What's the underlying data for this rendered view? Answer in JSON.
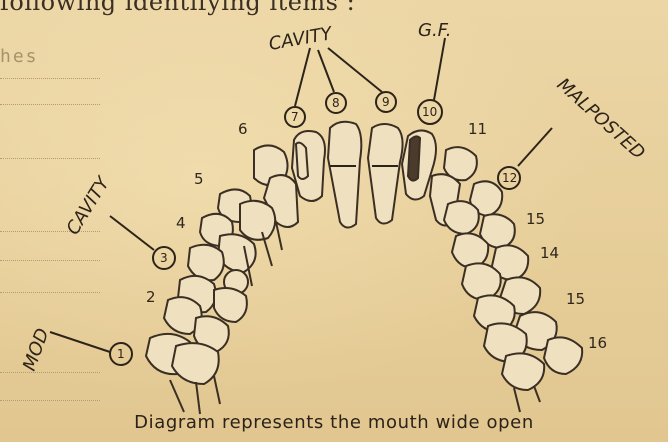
{
  "header_fragment": "following identifying items :",
  "left_fragment": "hes",
  "caption": "Diagram represents the mouth wide open",
  "annotations": {
    "cavity_top": "CAVITY",
    "gf": "G.F.",
    "malposted": "MALPOSTED",
    "cavity_left": "CAVITY",
    "mod": "MOD"
  },
  "circled_numbers": {
    "c7": "7",
    "c8": "8",
    "c9": "9",
    "c10": "10",
    "c12": "12",
    "c3": "3",
    "c1": "1"
  },
  "tooth_numbers": {
    "n2": "2",
    "n4": "4",
    "n5": "5",
    "n6": "6",
    "n11": "11",
    "n14": "14",
    "n15a": "15",
    "n15b": "15",
    "n16": "16"
  }
}
